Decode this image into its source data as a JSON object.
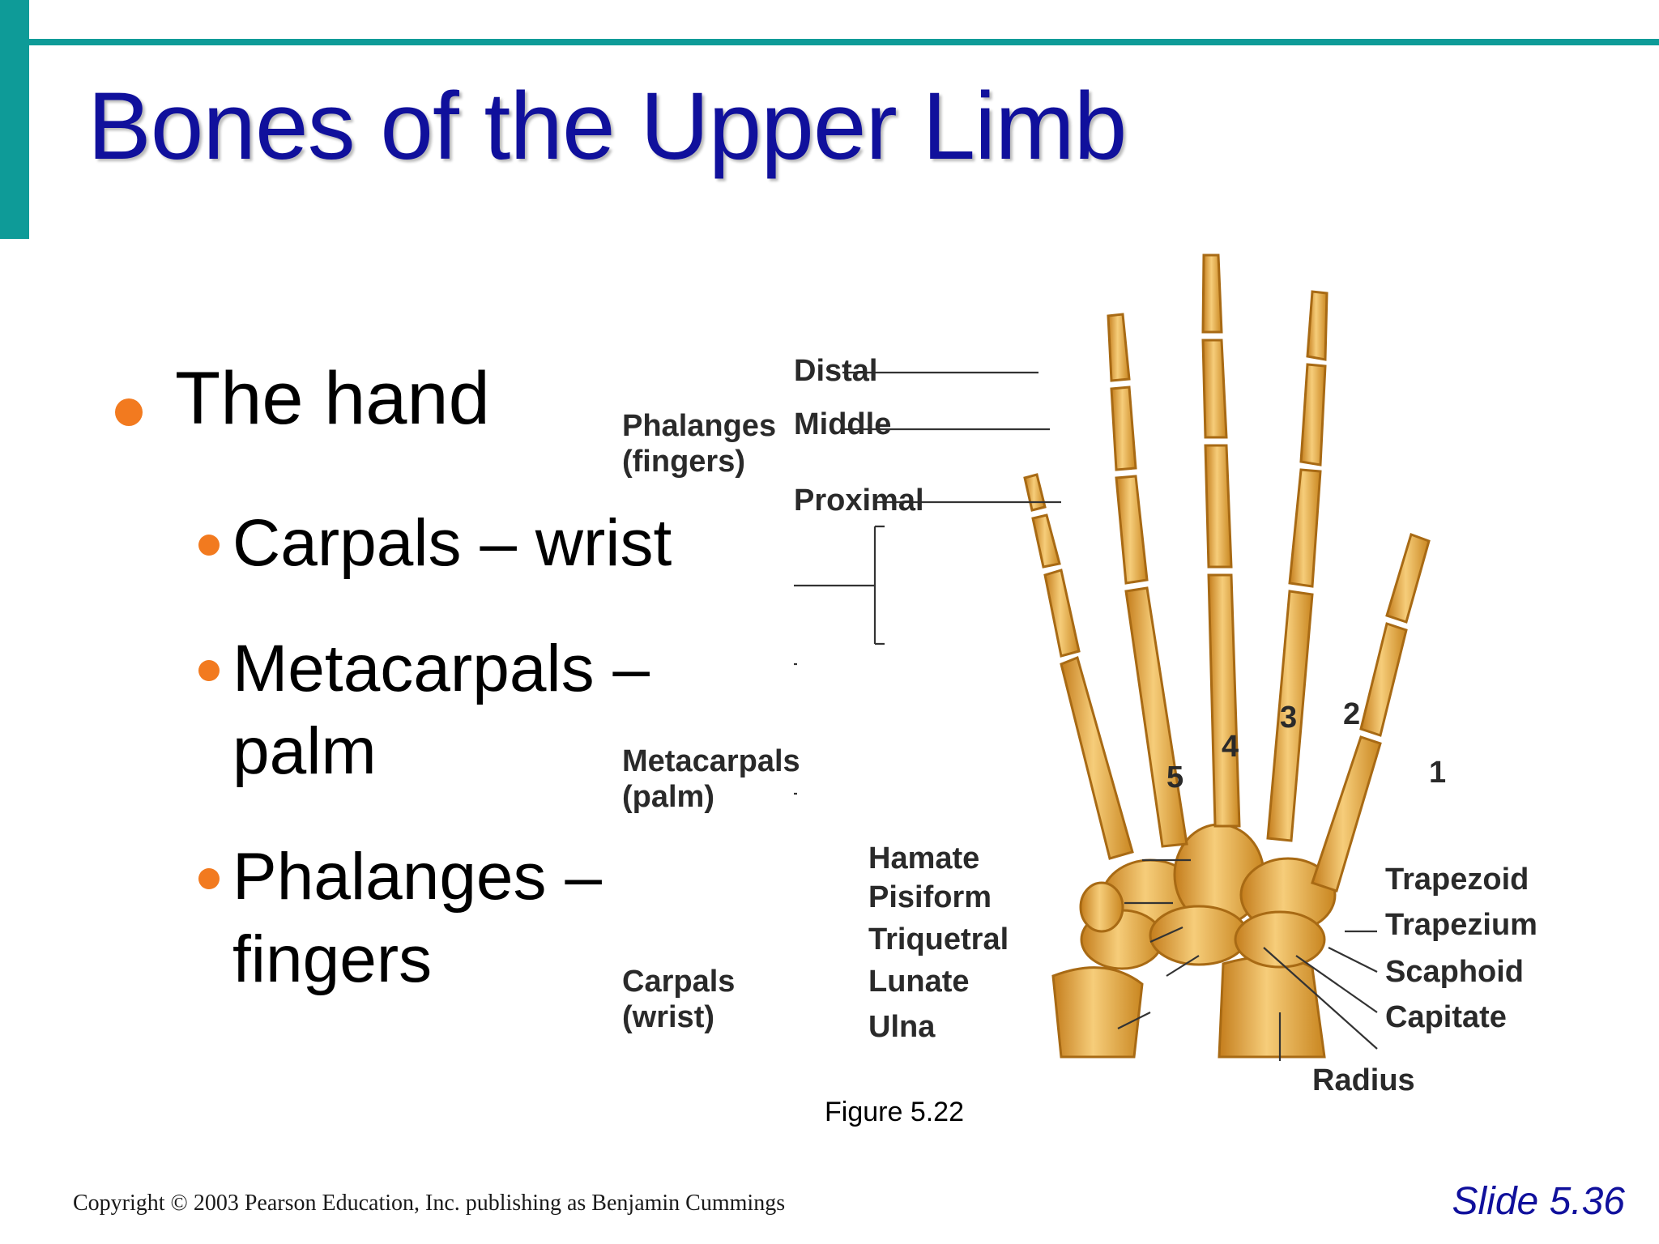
{
  "title": "Bones of the Upper Limb",
  "bullets": {
    "main": "The hand",
    "sub": [
      {
        "lines": [
          "Carpals – wrist"
        ]
      },
      {
        "lines": [
          "Metacarpals –",
          "palm"
        ]
      },
      {
        "lines": [
          "Phalanges –",
          "fingers"
        ]
      }
    ]
  },
  "figure": {
    "groups": {
      "phalanges": [
        "Phalanges",
        "(fingers)"
      ],
      "metacarpals": [
        "Metacarpals",
        "(palm)"
      ],
      "carpals": [
        "Carpals",
        "(wrist)"
      ]
    },
    "phalanx_labels": [
      "Distal",
      "Middle",
      "Proximal"
    ],
    "carpal_labels": [
      "Hamate",
      "Pisiform",
      "Triquetral",
      "Lunate",
      "Ulna"
    ],
    "right_labels": [
      "Trapezoid",
      "Trapezium",
      "Scaphoid",
      "Capitate"
    ],
    "radius_label": "Radius",
    "digit_numbers": [
      "1",
      "2",
      "3",
      "4",
      "5"
    ],
    "caption": "Figure 5.22"
  },
  "footer": {
    "copyright": "Copyright © 2003 Pearson Education, Inc. publishing as Benjamin Cummings",
    "slide": "Slide 5.36"
  },
  "colors": {
    "accent": "#0e9b98",
    "title": "#10109c",
    "bullet": "#f27a1f",
    "bone": "#e8b04c"
  }
}
